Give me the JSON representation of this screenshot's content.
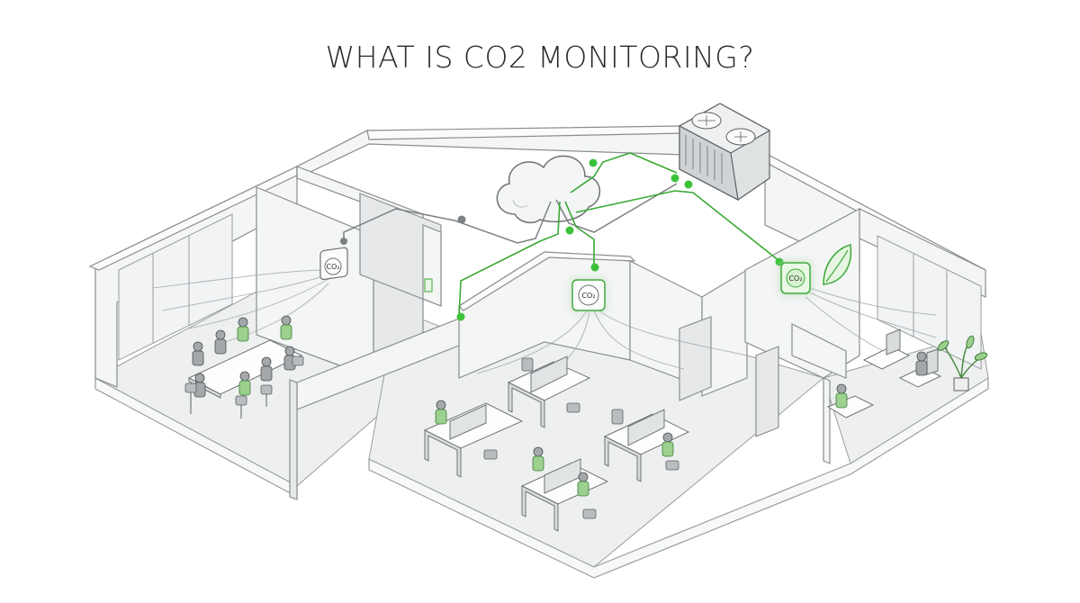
{
  "title": "WHAT IS CO2 MONITORING?",
  "sensors": [
    {
      "name": "meeting-room-sensor",
      "label": "CO₂",
      "state": "normal"
    },
    {
      "name": "open-office-sensor",
      "label": "CO₂",
      "state": "active"
    },
    {
      "name": "lounge-sensor",
      "label": "CO₂",
      "state": "active"
    }
  ],
  "colors": {
    "accent_green": "#3cc23a",
    "link_grey": "#7c8082",
    "wall_stroke": "#8a8e90"
  },
  "icons": [
    "cloud-icon",
    "hvac-unit-icon",
    "leaf-icon",
    "plant-icon"
  ]
}
